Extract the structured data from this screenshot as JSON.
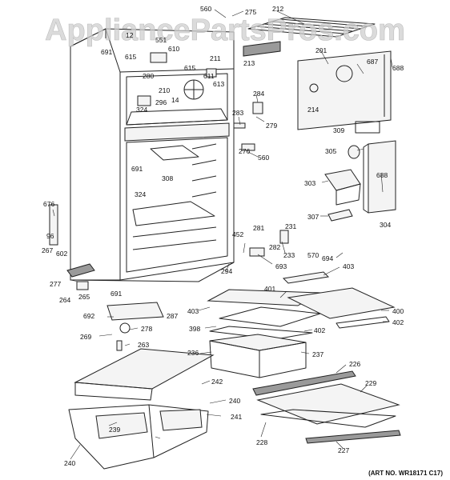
{
  "watermark": "AppliancePartsPros.com",
  "art_number": "(ART NO. WR18171 C17)",
  "labels": {
    "l560a": "560",
    "l275": "275",
    "l212": "212",
    "l12": "12",
    "l551": "551",
    "l691a": "691",
    "l615a": "615",
    "l610": "610",
    "l211": "211",
    "l201": "201",
    "l213": "213",
    "l687": "687",
    "l688a": "688",
    "l280": "280",
    "l615b": "615",
    "l611": "611",
    "l613": "613",
    "l210": "210",
    "l14": "14",
    "l324a": "324",
    "l296": "296",
    "l284": "284",
    "l214": "214",
    "l283": "283",
    "l279": "279",
    "l309": "309",
    "l276": "276",
    "l560b": "560",
    "l305": "305",
    "l691b": "691",
    "l308": "308",
    "l324b": "324",
    "l688b": "688",
    "l303": "303",
    "l676": "676",
    "l96": "96",
    "l267": "267",
    "l602": "602",
    "l281": "281",
    "l452": "452",
    "l231": "231",
    "l307": "307",
    "l304": "304",
    "l282": "282",
    "l233": "233",
    "l570": "570",
    "l693": "693",
    "l694": "694",
    "l294": "294",
    "l403a": "403",
    "l277": "277",
    "l264": "264",
    "l265": "265",
    "l691c": "691",
    "l401": "401",
    "l403b": "403",
    "l287": "287",
    "l400": "400",
    "l692": "692",
    "l398": "398",
    "l402a": "402",
    "l402b": "402",
    "l278": "278",
    "l269": "269",
    "l263": "263",
    "l236": "236",
    "l237": "237",
    "l226": "226",
    "l242": "242",
    "l229": "229",
    "l240a": "240",
    "l241": "241",
    "l239": "239",
    "l240b": "240",
    "l228": "228",
    "l227": "227"
  }
}
